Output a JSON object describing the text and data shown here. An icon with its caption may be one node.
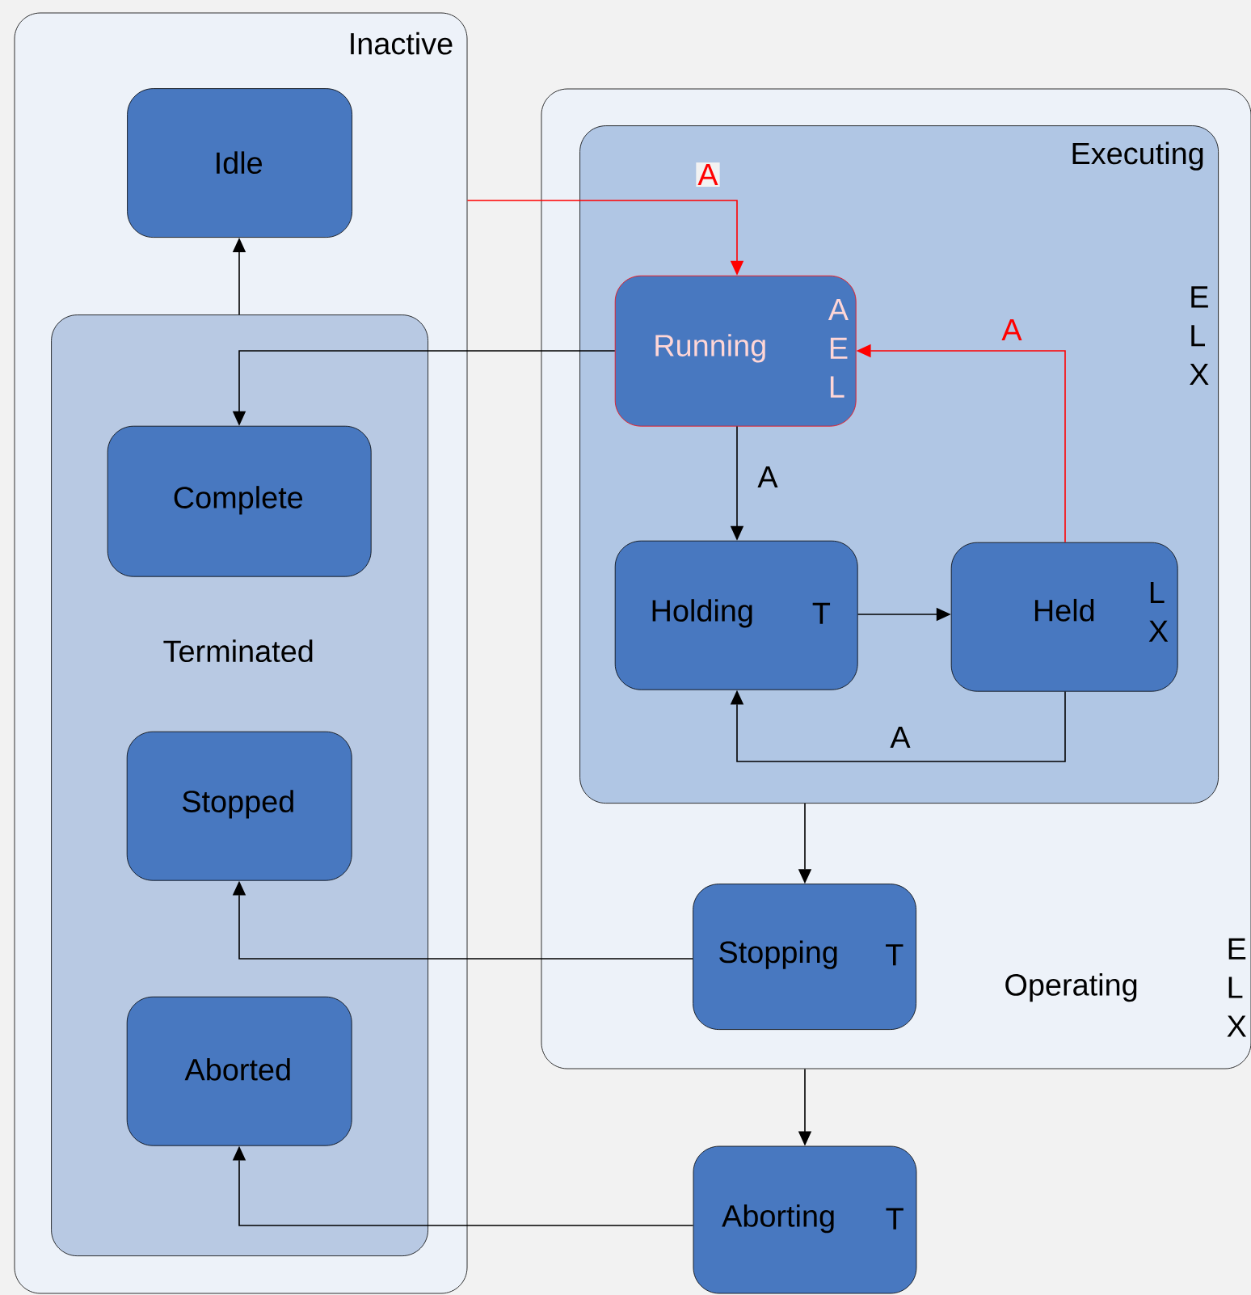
{
  "diagram": {
    "nodes": [
      {
        "text": [
          "Inactive"
        ]
      },
      {
        "text": [
          "Idle"
        ],
        "in": 0
      },
      {
        "text": [
          "Terminated"
        ],
        "in": 0
      },
      {
        "text": [
          "Complete"
        ],
        "in": 2
      },
      {
        "text": [
          "Stopped"
        ],
        "in": 2
      },
      {
        "text": [
          "Aborted"
        ],
        "in": 2
      },
      {
        "text": [
          "Operating",
          "E L X"
        ]
      },
      {
        "text": [
          "Executing",
          "E L X"
        ],
        "in": 6
      },
      {
        "text": [
          "Running",
          "A E L"
        ],
        "in": 7
      },
      {
        "text": [
          "Holding",
          "T"
        ],
        "in": 7
      },
      {
        "text": [
          "Held",
          "L X"
        ],
        "in": 7
      },
      {
        "text": [
          "Stopping",
          "T"
        ],
        "in": 6
      },
      {
        "text": [
          "Aborting",
          "T"
        ]
      }
    ],
    "edges": [
      {
        "from": 0,
        "to": 8,
        "arrow": "to",
        "label": "A",
        "color": "#ff0000"
      },
      {
        "from": 2,
        "to": 1,
        "arrow": "to"
      },
      {
        "from": 8,
        "to": 3,
        "arrow": "to"
      },
      {
        "from": 8,
        "to": 9,
        "arrow": "to",
        "label": "A"
      },
      {
        "from": 9,
        "to": 10,
        "arrow": "to"
      },
      {
        "from": 10,
        "to": 8,
        "arrow": "to",
        "label": "A",
        "color": "#ff0000"
      },
      {
        "from": 10,
        "to": 9,
        "arrow": "to",
        "label": "A"
      },
      {
        "from": 7,
        "to": 11,
        "arrow": "to"
      },
      {
        "from": 11,
        "to": 4,
        "arrow": "to"
      },
      {
        "from": 6,
        "to": 12,
        "arrow": "to"
      },
      {
        "from": 12,
        "to": 5,
        "arrow": "to"
      }
    ]
  }
}
